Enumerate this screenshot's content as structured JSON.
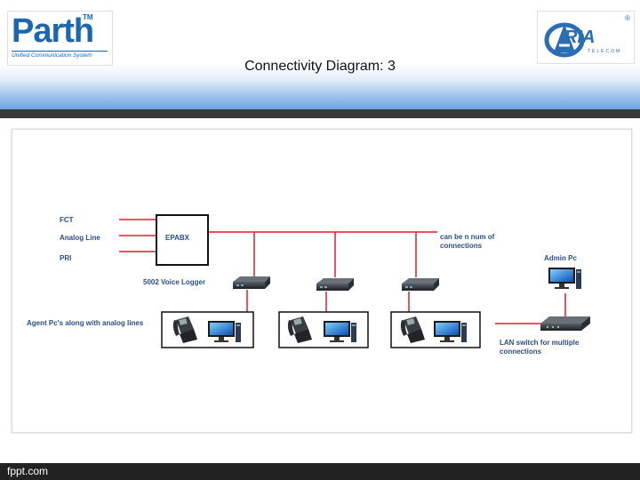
{
  "slide": {
    "title": "Connectivity Diagram: 3",
    "footer": "fppt.com"
  },
  "logos": {
    "parth": {
      "word": "Parth",
      "tm": "TM",
      "tagline": "Unified Communication System"
    },
    "aria": {
      "word": "RIA",
      "sub": "TELECOM",
      "reg": "®"
    }
  },
  "diagram": {
    "trunks": [
      "FCT",
      "Analog Line",
      "PRI"
    ],
    "pbx": "EPABX",
    "logger": "5002 Voice Logger",
    "agents": "Agent Pc's along with analog lines",
    "expand_note": "can be n num of connections",
    "admin": "Admin Pc",
    "lan_switch": "LAN switch for multiple connections"
  },
  "colors": {
    "line": "#e21d2b",
    "label": "#2b4f88",
    "header_gradient": "#6aa6e2",
    "rule": "#3a3a3a"
  }
}
